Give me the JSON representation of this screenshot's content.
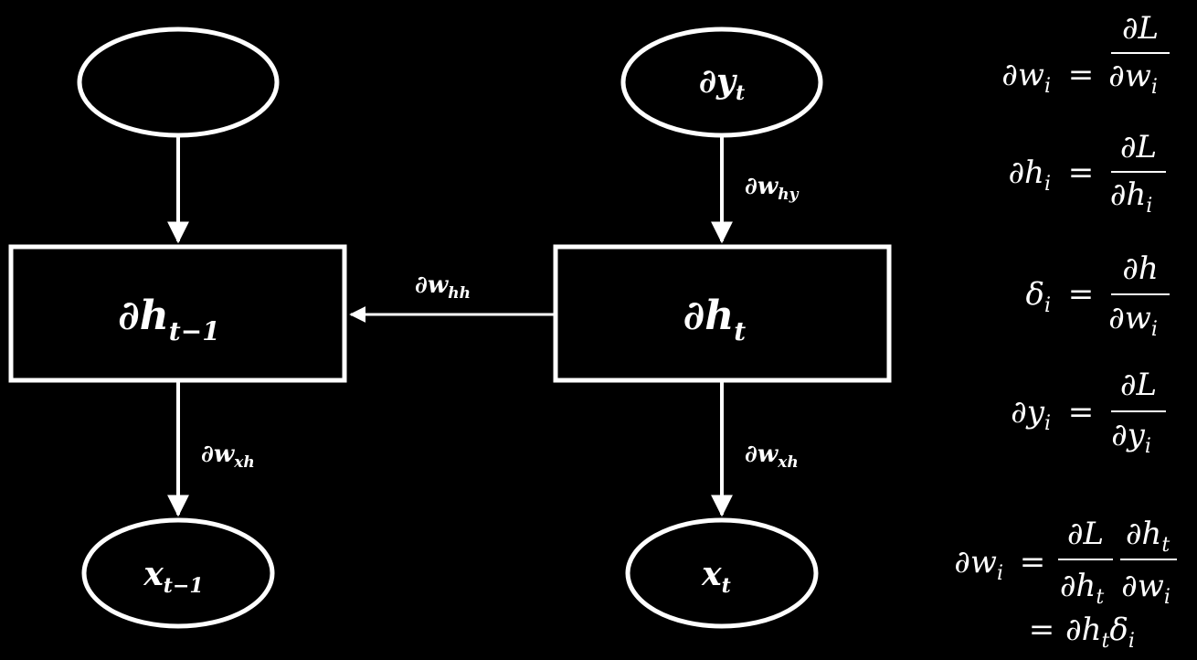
{
  "diagram": {
    "nodes": {
      "top_left_circle": {
        "label": "",
        "sub": ""
      },
      "top_right_circle": {
        "label": "∂y",
        "sub": "t"
      },
      "box_left": {
        "label": "∂h",
        "sub": "t−1"
      },
      "box_right": {
        "label": "∂h",
        "sub": "t"
      },
      "bottom_left_circle": {
        "label": "x",
        "sub": "t−1"
      },
      "bottom_right_circle": {
        "label": "x",
        "sub": "t"
      }
    },
    "edges": {
      "right_top": {
        "label": "∂w",
        "sub": "hy"
      },
      "horizontal": {
        "label": "∂w",
        "sub": "hh"
      },
      "left_bottom": {
        "label": "∂w",
        "sub": "xh"
      },
      "right_bottom": {
        "label": "∂w",
        "sub": "xh"
      }
    }
  },
  "equations": {
    "eq1": {
      "lhs": "∂w",
      "lhs_sub": "i",
      "num": "∂L",
      "den": "∂w",
      "den_sub": "i"
    },
    "eq2": {
      "lhs": "∂h",
      "lhs_sub": "i",
      "num": "∂L",
      "den": "∂h",
      "den_sub": "i"
    },
    "eq3": {
      "lhs": "δ",
      "lhs_sub": "i",
      "num": "∂h",
      "den": "∂w",
      "den_sub": "i"
    },
    "eq4": {
      "lhs": "∂y",
      "lhs_sub": "i",
      "num": "∂L",
      "den": "∂y",
      "den_sub": "i"
    },
    "eq5": {
      "lhs": "∂w",
      "lhs_sub": "i",
      "frac1_num": "∂L",
      "frac1_den": "∂h",
      "frac1_den_sub": "t",
      "frac2_num": "∂h",
      "frac2_num_sub": "t",
      "frac2_den": "∂w",
      "frac2_den_sub": "i",
      "line2_a": "∂h",
      "line2_a_sub": "t",
      "line2_b": "δ",
      "line2_b_sub": "i"
    },
    "equals": "="
  }
}
